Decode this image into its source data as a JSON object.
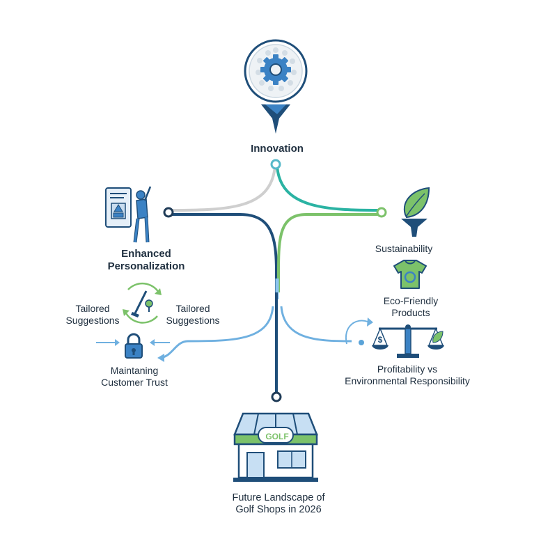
{
  "nodes": {
    "innovation": "Innovation",
    "personalization": [
      "Enhanced",
      "Personalization"
    ],
    "sustainability": "Sustainability",
    "tailored_left": [
      "Tailored",
      "Suggestions"
    ],
    "tailored_right": [
      "Tailored",
      "Suggestions"
    ],
    "trust": [
      "Maintaning",
      "Customer Trust"
    ],
    "eco_products": [
      "Eco-Friendly",
      "Products"
    ],
    "profitability": [
      "Profitability vs",
      "Environmental Responsibility"
    ],
    "future": [
      "Future Landscape of",
      "Golf Shops in 2026"
    ]
  },
  "shop_sign": "GOLF",
  "colors": {
    "navy": "#1f4e79",
    "teal": "#2bb3a3",
    "green": "#7cc26a",
    "light_blue": "#6fb0e0",
    "gray": "#cccccc",
    "icon_blue": "#3b82c4"
  }
}
